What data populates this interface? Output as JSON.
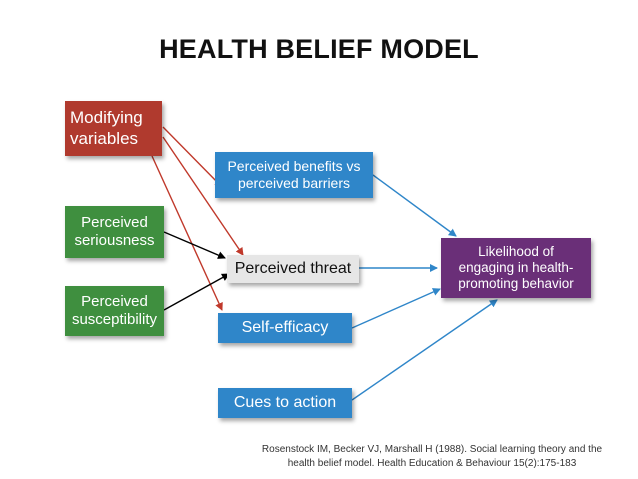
{
  "title": "HEALTH BELIEF MODEL",
  "boxes": {
    "modifying_variables": "Modifying\nvariables",
    "perceived_seriousness": "Perceived\nseriousness",
    "perceived_susceptibility": "Perceived\nsusceptibility",
    "perceived_benefits": "Perceived benefits vs\nperceived barriers",
    "perceived_threat": "Perceived threat",
    "self_efficacy": "Self-efficacy",
    "cues_to_action": "Cues to action",
    "likelihood": "Likelihood of\nengaging in health-\npromoting behavior"
  },
  "citation": {
    "line1": "Rosenstock IM, Becker VJ, Marshall H (1988). Social learning theory and the",
    "line2": "health belief model. Health Education & Behaviour 15(2):175-183"
  },
  "colors": {
    "modifying": "#b03a2e",
    "perceptions": "#3f8f3f",
    "blue": "#2f86c9",
    "threat": "#e6e6e6",
    "likelihood": "#6a2f78",
    "red_arrow": "#c0392b",
    "black_arrow": "#000000",
    "blue_arrow": "#2f86c9"
  }
}
